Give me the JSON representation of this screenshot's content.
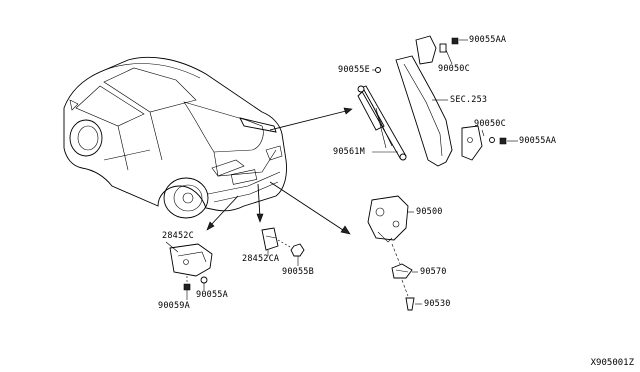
{
  "parts": {
    "p90055AA_top": "90055AA",
    "p90050C_top": "90050C",
    "p90055E": "90055E",
    "sec253": "SEC.253",
    "p90050C_right": "90050C",
    "p90055AA_right": "90055AA",
    "p90561M": "90561M",
    "p90500": "90500",
    "p90570": "90570",
    "p90530": "90530",
    "p28452C": "28452C",
    "p28452CA": "28452CA",
    "p90055B": "90055B",
    "p90055A": "90055A",
    "p90059A": "90059A"
  },
  "diagram_id": "X905001Z"
}
